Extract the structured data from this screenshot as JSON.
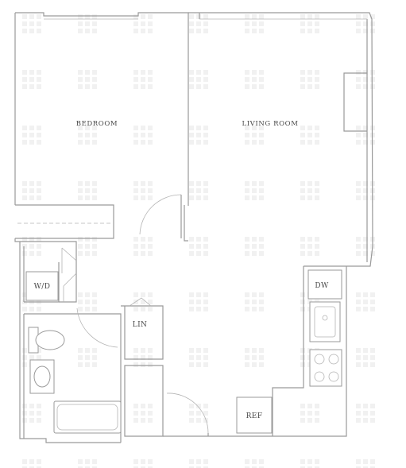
{
  "floor_plan": {
    "rooms": {
      "bedroom": "BEDROOM",
      "living_room": "LIVING ROOM"
    },
    "fixtures": {
      "washer_dryer": "W/D",
      "linen": "LIN",
      "dishwasher": "DW",
      "refrigerator": "REF"
    },
    "colors": {
      "walls": "#9a9a9a",
      "labels": "#4a4a4a",
      "watermark": "#f1f1f1"
    }
  }
}
